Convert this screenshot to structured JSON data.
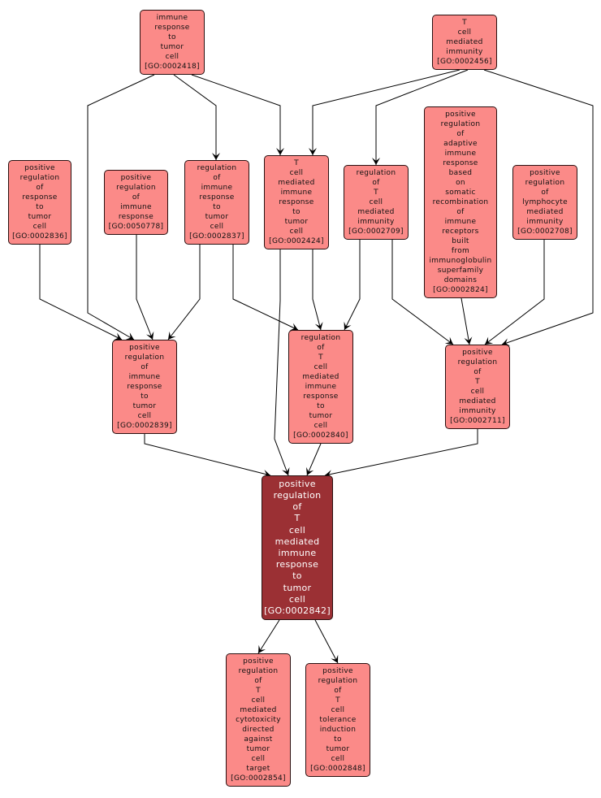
{
  "title": "GO term ancestry graph for GO:0002842",
  "colors": {
    "node_fill": "#fb8a88",
    "focus_fill": "#9b3034",
    "node_border": "#2a1010",
    "edge": "#000000",
    "focus_text": "#ffffff",
    "node_text": "#111111"
  },
  "focus_node": "n2842",
  "nodes": {
    "n2418": {
      "id": "GO:0002418",
      "lines": [
        "immune",
        "response",
        "to",
        "tumor",
        "cell",
        "[GO:0002418]"
      ]
    },
    "n2456": {
      "id": "GO:0002456",
      "lines": [
        "T",
        "cell",
        "mediated",
        "immunity",
        "[GO:0002456]"
      ]
    },
    "n2836": {
      "id": "GO:0002836",
      "lines": [
        "positive",
        "regulation",
        "of",
        "response",
        "to",
        "tumor",
        "cell",
        "[GO:0002836]"
      ]
    },
    "n50778": {
      "id": "GO:0050778",
      "lines": [
        "positive",
        "regulation",
        "of",
        "immune",
        "response",
        "[GO:0050778]"
      ]
    },
    "n2837": {
      "id": "GO:0002837",
      "lines": [
        "regulation",
        "of",
        "immune",
        "response",
        "to",
        "tumor",
        "cell",
        "[GO:0002837]"
      ]
    },
    "n2424": {
      "id": "GO:0002424",
      "lines": [
        "T",
        "cell",
        "mediated",
        "immune",
        "response",
        "to",
        "tumor",
        "cell",
        "[GO:0002424]"
      ]
    },
    "n2709": {
      "id": "GO:0002709",
      "lines": [
        "regulation",
        "of",
        "T",
        "cell",
        "mediated",
        "immunity",
        "[GO:0002709]"
      ]
    },
    "n2824": {
      "id": "GO:0002824",
      "lines": [
        "positive",
        "regulation",
        "of",
        "adaptive",
        "immune",
        "response",
        "based",
        "on",
        "somatic",
        "recombination",
        "of",
        "immune",
        "receptors",
        "built",
        "from",
        "immunoglobulin",
        "superfamily",
        "domains",
        "[GO:0002824]"
      ]
    },
    "n2708": {
      "id": "GO:0002708",
      "lines": [
        "positive",
        "regulation",
        "of",
        "lymphocyte",
        "mediated",
        "immunity",
        "[GO:0002708]"
      ]
    },
    "n2839": {
      "id": "GO:0002839",
      "lines": [
        "positive",
        "regulation",
        "of",
        "immune",
        "response",
        "to",
        "tumor",
        "cell",
        "[GO:0002839]"
      ]
    },
    "n2840": {
      "id": "GO:0002840",
      "lines": [
        "regulation",
        "of",
        "T",
        "cell",
        "mediated",
        "immune",
        "response",
        "to",
        "tumor",
        "cell",
        "[GO:0002840]"
      ]
    },
    "n2711": {
      "id": "GO:0002711",
      "lines": [
        "positive",
        "regulation",
        "of",
        "T",
        "cell",
        "mediated",
        "immunity",
        "[GO:0002711]"
      ]
    },
    "n2842": {
      "id": "GO:0002842",
      "lines": [
        "positive",
        "regulation",
        "of",
        "T",
        "cell",
        "mediated",
        "immune",
        "response",
        "to",
        "tumor",
        "cell",
        "[GO:0002842]"
      ]
    },
    "n2854": {
      "id": "GO:0002854",
      "lines": [
        "positive",
        "regulation",
        "of",
        "T",
        "cell",
        "mediated",
        "cytotoxicity",
        "directed",
        "against",
        "tumor",
        "cell",
        "target",
        "[GO:0002854]"
      ]
    },
    "n2848": {
      "id": "GO:0002848",
      "lines": [
        "positive",
        "regulation",
        "of",
        "T",
        "cell",
        "tolerance",
        "induction",
        "to",
        "tumor",
        "cell",
        "[GO:0002848]"
      ]
    }
  },
  "edges": [
    {
      "from": "n2418",
      "to": "n2839"
    },
    {
      "from": "n2418",
      "to": "n2837"
    },
    {
      "from": "n2418",
      "to": "n2424"
    },
    {
      "from": "n2456",
      "to": "n2424"
    },
    {
      "from": "n2456",
      "to": "n2709"
    },
    {
      "from": "n2456",
      "to": "n2711"
    },
    {
      "from": "n2836",
      "to": "n2839"
    },
    {
      "from": "n50778",
      "to": "n2839"
    },
    {
      "from": "n2837",
      "to": "n2839"
    },
    {
      "from": "n2837",
      "to": "n2840"
    },
    {
      "from": "n2424",
      "to": "n2842"
    },
    {
      "from": "n2424",
      "to": "n2840"
    },
    {
      "from": "n2709",
      "to": "n2840"
    },
    {
      "from": "n2709",
      "to": "n2711"
    },
    {
      "from": "n2824",
      "to": "n2711"
    },
    {
      "from": "n2708",
      "to": "n2711"
    },
    {
      "from": "n2839",
      "to": "n2842"
    },
    {
      "from": "n2840",
      "to": "n2842"
    },
    {
      "from": "n2711",
      "to": "n2842"
    },
    {
      "from": "n2842",
      "to": "n2854"
    },
    {
      "from": "n2842",
      "to": "n2848"
    }
  ]
}
